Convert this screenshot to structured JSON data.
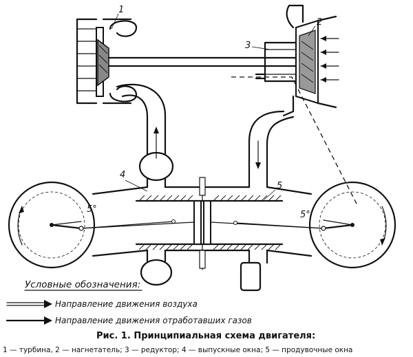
{
  "labels": {
    "callout_1": "1",
    "callout_2": "2",
    "callout_3": "3",
    "callout_4": "4",
    "callout_5": "5",
    "angle_left": "5°",
    "angle_right": "5°"
  },
  "legend": {
    "heading": "Условные обозначения:",
    "air_flow": "Направление движения воздуха",
    "exhaust_flow": "Направление движения отработавших газов"
  },
  "caption": {
    "title": "Рис. 1. Принципиальная схема двигателя:",
    "parts": "1 — турбина, 2 — нагнетатель; 3 — редуктор; 4 — выпускные окна; 5 — продувочные окна"
  }
}
